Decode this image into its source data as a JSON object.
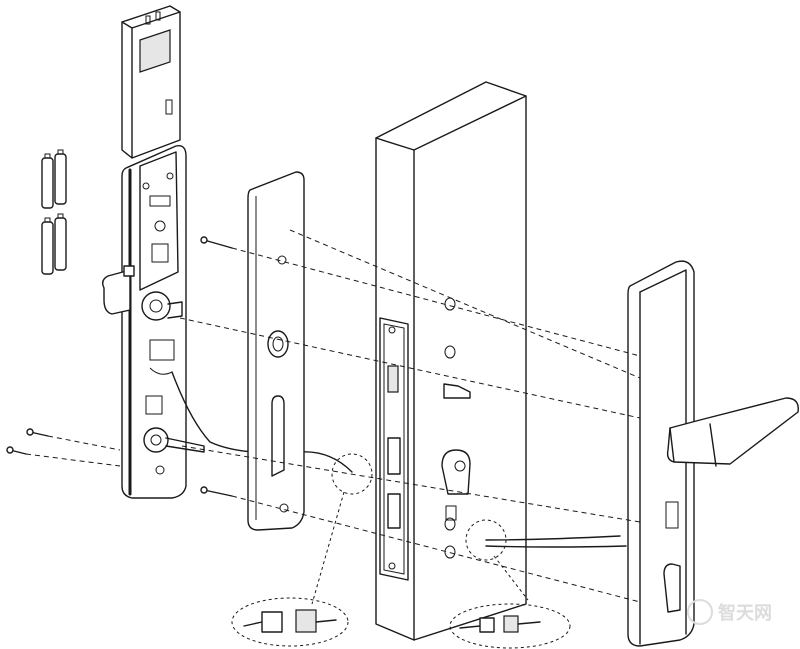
{
  "watermark": {
    "text": "智天网"
  },
  "colors": {
    "line": "#1a1a1a",
    "background": "#ffffff",
    "watermark": "#dcdcdc"
  },
  "parts": [
    "battery-cover",
    "batteries",
    "interior-lock-body",
    "interior-escutcheon-plate",
    "mounting-screws",
    "door-leaf",
    "mortise-lock",
    "exterior-lock-panel",
    "lever-handle",
    "cable-connector-detail"
  ]
}
